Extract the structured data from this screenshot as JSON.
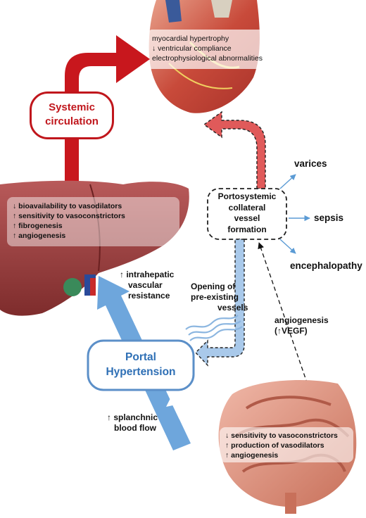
{
  "heart": {
    "effects": [
      "myocardial hypertrophy",
      "↓ ventricular compliance",
      "electrophysiological abnormalities"
    ]
  },
  "systemic": {
    "line1": "Systemic",
    "line2": "circulation"
  },
  "liver": {
    "effects": [
      "↓ bioavailability to vasodilators",
      "↑ sensitivity to vasoconstrictors",
      "↑ fibrogenesis",
      "↑ angiogenesis"
    ],
    "resistance": [
      "↑ intrahepatic",
      "vascular",
      "resistance"
    ]
  },
  "collateral": {
    "lines": [
      "Portosystemic",
      "collateral",
      "vessel",
      "formation"
    ]
  },
  "complications": {
    "varices": "varices",
    "sepsis": "sepsis",
    "encephalopathy": "encephalopathy"
  },
  "opening": [
    "Opening of",
    "pre-existing",
    "vessels"
  ],
  "angiogenesis": [
    "angiogenesis",
    "(↑VEGF)"
  ],
  "portal": {
    "line1": "Portal",
    "line2": "Hypertension"
  },
  "splanchnic": [
    "↑ splanchnic",
    "blood flow"
  ],
  "intestine": {
    "effects": [
      "↓ sensitivity to vasoconstrictors",
      "↑ production of vasodilators",
      "↑ angiogenesis"
    ]
  },
  "colors": {
    "red": "#c0161c",
    "blue": "#2e6fb5",
    "liver": "#a84848",
    "light_blue": "#a9c9ea"
  }
}
